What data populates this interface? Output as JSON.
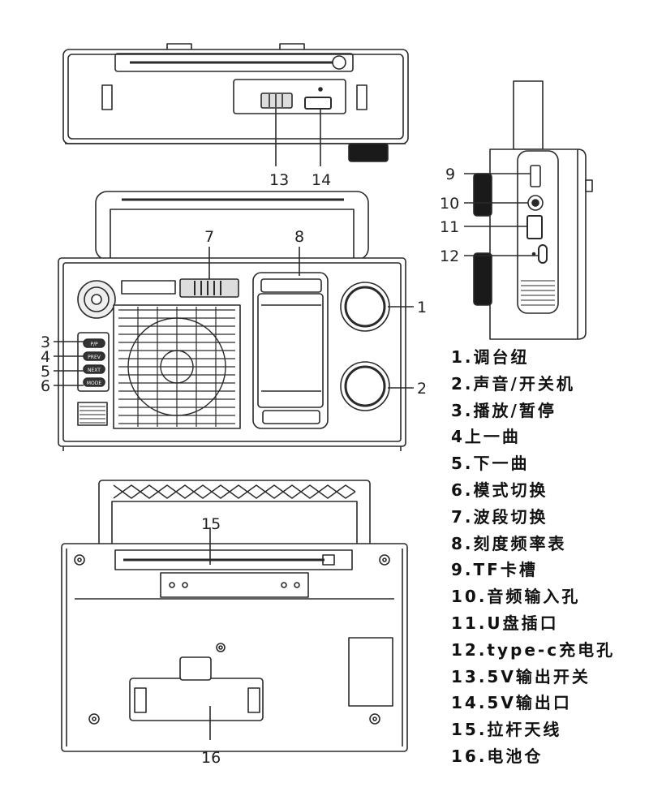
{
  "callouts": {
    "c1": "1",
    "c2": "2",
    "c3": "3",
    "c4": "4",
    "c5": "5",
    "c6": "6",
    "c7": "7",
    "c8": "8",
    "c9": "9",
    "c10": "10",
    "c11": "11",
    "c12": "12",
    "c13": "13",
    "c14": "14",
    "c15": "15",
    "c16": "16"
  },
  "button_labels": {
    "play": "P/P",
    "prev": "PREV",
    "next": "NEXT",
    "mode": "MODE"
  },
  "legend": [
    "1.调台纽",
    "2.声音/开关机",
    "3.播放/暂停",
    "4上一曲",
    "5.下一曲",
    "6.模式切换",
    "7.波段切换",
    "8.刻度频率表",
    "9.TF卡槽",
    "10.音频输入孔",
    "11.U盘插口",
    "12.type-c充电孔",
    "13.5V输出开关",
    "14.5V输出口",
    "15.拉杆天线",
    "16.电池仓"
  ]
}
